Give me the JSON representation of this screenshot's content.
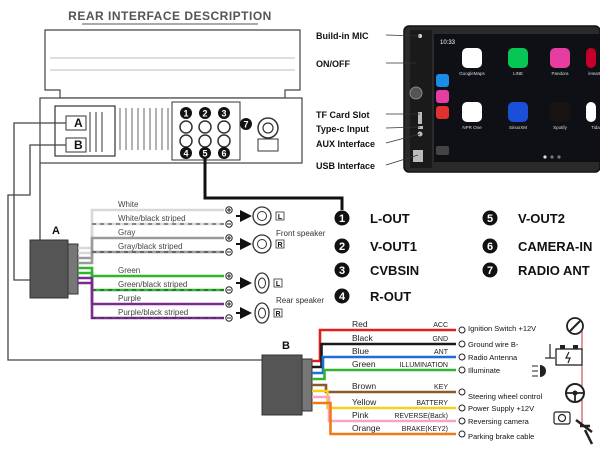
{
  "title": "REAR INTERFACE DESCRIPTION",
  "connector_a_label": "A",
  "connector_b_label": "B",
  "pin_numbers": [
    "1",
    "2",
    "3",
    "4",
    "5",
    "6",
    "7"
  ],
  "head_unit_labels": [
    "Build-in MIC",
    "ON/OFF",
    "TF Card Slot",
    "Type-c Input",
    "AUX Interface",
    "USB Interface"
  ],
  "screen": {
    "time": "10:33",
    "apps": [
      {
        "name": "GoogleMaps",
        "icon": "google-maps-icon",
        "color": "#ffffff"
      },
      {
        "name": "LINE",
        "icon": "line-icon",
        "color": "#06c755"
      },
      {
        "name": "Pandora",
        "icon": "pandora-icon",
        "color": "#e53ea0"
      },
      {
        "name": "iHeartR",
        "icon": "iheartradio-icon",
        "color": "#c6002b"
      },
      {
        "name": "NPR One",
        "icon": "npr-one-icon",
        "color": "#ffffff"
      },
      {
        "name": "SiriusXM",
        "icon": "siriusxm-icon",
        "color": "#1b4fd8"
      },
      {
        "name": "Spotify",
        "icon": "spotify-icon",
        "color": "#191414"
      },
      {
        "name": "Tidal",
        "icon": "tidal-icon",
        "color": "#ffffff"
      }
    ]
  },
  "legend": [
    {
      "num": "1",
      "text": "L-OUT"
    },
    {
      "num": "2",
      "text": "V-OUT1"
    },
    {
      "num": "3",
      "text": "CVBSIN"
    },
    {
      "num": "4",
      "text": "R-OUT"
    },
    {
      "num": "5",
      "text": "V-OUT2"
    },
    {
      "num": "6",
      "text": "CAMERA-IN"
    },
    {
      "num": "7",
      "text": "RADIO ANT"
    }
  ],
  "speaker_wires": [
    {
      "label": "White",
      "color": "#d8d8d8"
    },
    {
      "label": "White/black striped",
      "color": "#d8d8d8"
    },
    {
      "label": "Gray",
      "color": "#9a9a9a"
    },
    {
      "label": "Gray/black striped",
      "color": "#9a9a9a"
    },
    {
      "label": "Green",
      "color": "#2fb52f"
    },
    {
      "label": "Green/black striped",
      "color": "#2fb52f"
    },
    {
      "label": "Purple",
      "color": "#7b2b8f"
    },
    {
      "label": "Purple/black striped",
      "color": "#7b2b8f"
    }
  ],
  "speakers": [
    {
      "group": "Front speaker",
      "letters": [
        "L",
        "R"
      ]
    },
    {
      "group": "Rear speaker",
      "letters": [
        "L",
        "R"
      ]
    }
  ],
  "power_wires": [
    {
      "color_name": "Red",
      "func": "ACC",
      "desc": "Ignition Switch +12V",
      "color": "#e02020",
      "desc_icon": "ignition-key-icon"
    },
    {
      "color_name": "Black",
      "func": "GND",
      "desc": "Ground wire B-",
      "color": "#1a1a1a",
      "desc_icon": "ground-icon"
    },
    {
      "color_name": "Blue",
      "func": "ANT",
      "desc": "Radio Antenna",
      "color": "#1e6fd9",
      "desc_icon": "antenna-icon"
    },
    {
      "color_name": "Green",
      "func": "ILLUMINATION",
      "desc": "Illuminate",
      "color": "#2fb52f",
      "desc_icon": "headlight-icon"
    },
    {
      "color_name": "Brown",
      "func": "KEY",
      "desc": "Steering wheel control",
      "color": "#8b5a2b",
      "desc_icon": "steering-wheel-icon"
    },
    {
      "color_name": "Yellow",
      "func": "BATTERY",
      "desc": "Power Supply +12V",
      "color": "#f2d21b",
      "desc_icon": "battery-icon"
    },
    {
      "color_name": "Pink",
      "func": "REVERSE(Back)",
      "desc": "Reversing camera",
      "color": "#f5a6c8",
      "desc_icon": "camera-icon"
    },
    {
      "color_name": "Orange",
      "func": "BRAKE(KEY2)",
      "desc": "Parking brake cable",
      "color": "#f07a1a",
      "desc_icon": "parking-brake-icon"
    }
  ]
}
